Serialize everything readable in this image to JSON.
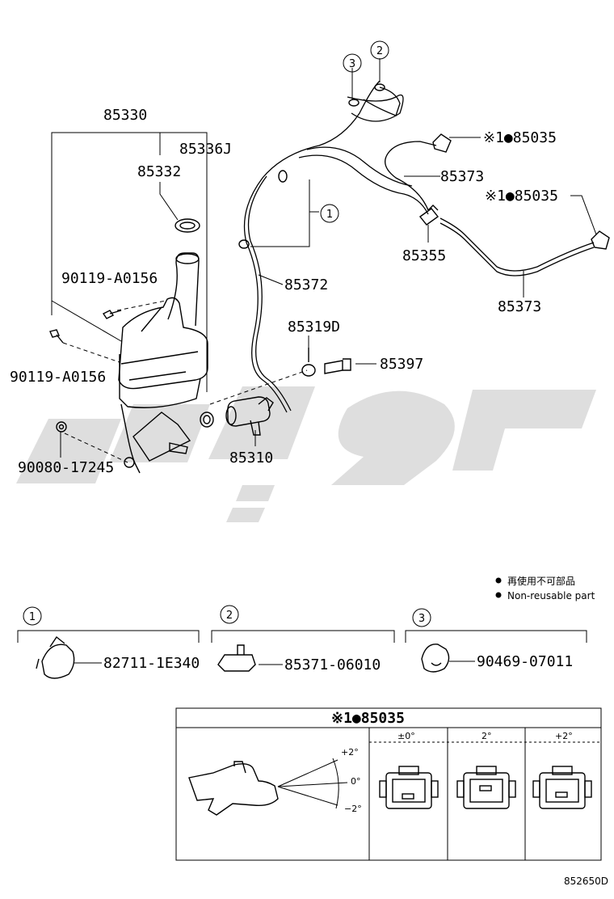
{
  "labels": {
    "p85330": "85330",
    "p85336j": "85336J",
    "p85332": "85332",
    "p90119a": "90119-A0156",
    "p90119b": "90119-A0156",
    "p90080": "90080-17245",
    "p85372": "85372",
    "p85319d": "85319D",
    "p85397": "85397",
    "p85310": "85310",
    "p85035a": "※1●85035",
    "p85035b": "※1●85035",
    "p85373a": "85373",
    "p85355": "85355",
    "p85373b": "85373"
  },
  "callouts": {
    "c1": "1",
    "c2": "2",
    "c3": "3"
  },
  "legend": {
    "jp": "再使用不可部品",
    "en": "Non-reusable part"
  },
  "subparts": {
    "s1_num": "1",
    "s1_part": "82711-1E340",
    "s2_num": "2",
    "s2_part": "85371-06010",
    "s3_num": "3",
    "s3_part": "90469-07011"
  },
  "detail": {
    "title": "※1●85035",
    "col1": "±0°",
    "col2": "2°",
    "col3": "+2°",
    "ang_plus": "+2°",
    "ang_zero": "0°",
    "ang_minus": "−2°"
  },
  "figure_id": "852650D"
}
